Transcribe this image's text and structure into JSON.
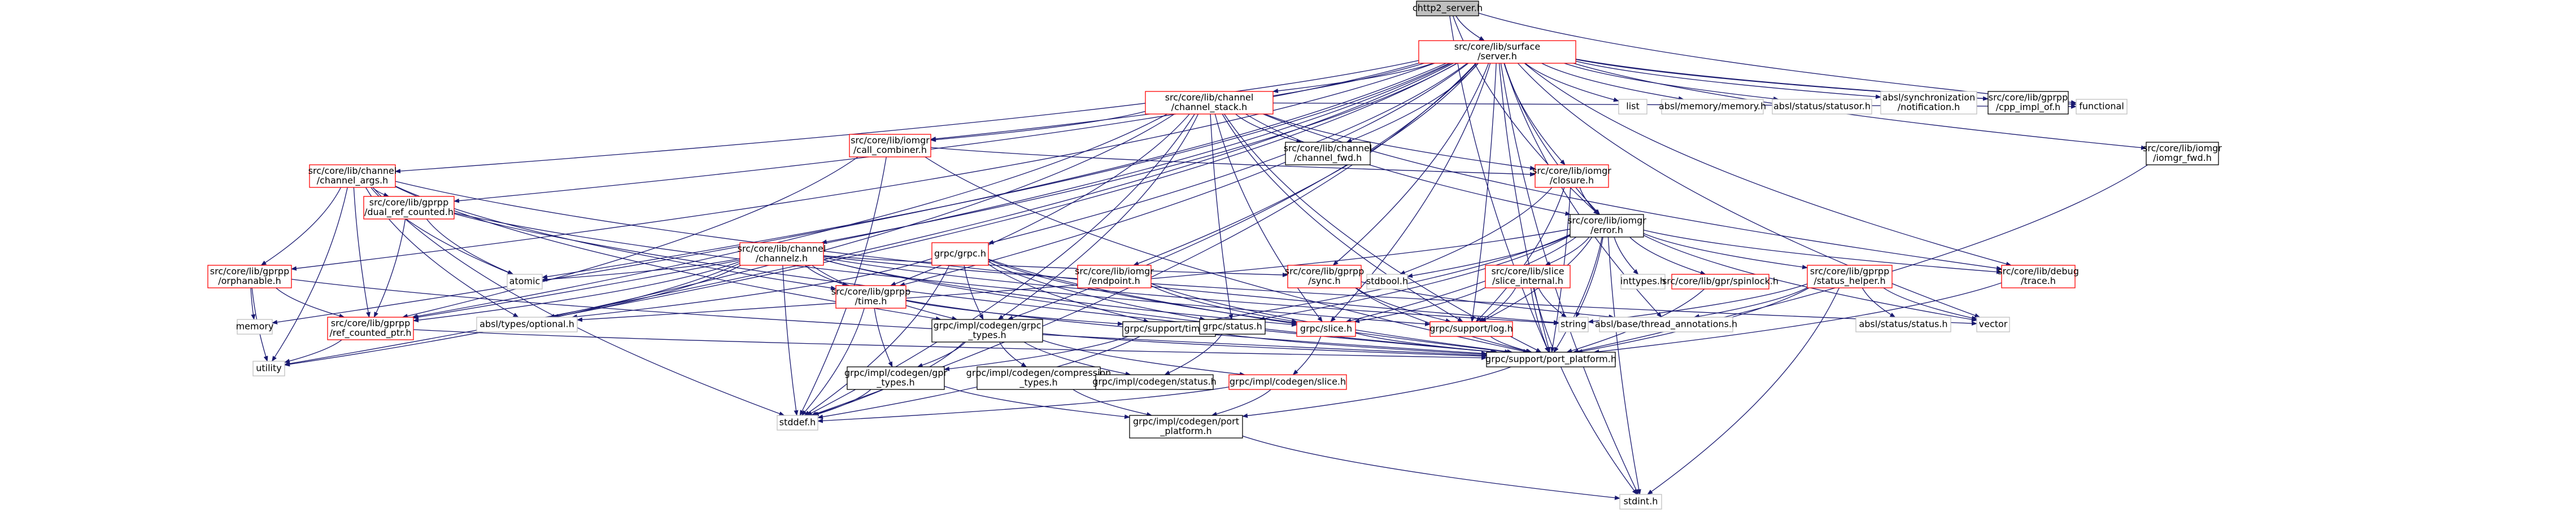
{
  "colors": {
    "edge": "#191970",
    "node_border": "#000000",
    "missing_border": "#bfbfbf",
    "red_border": "#ff0000",
    "root_fill": "#bfbfbf"
  },
  "nodes": [
    {
      "id": "root",
      "lines": [
        "chttp2_server.h"
      ],
      "style": "root"
    },
    {
      "id": "server",
      "lines": [
        "src/core/lib/surface",
        "/server.h"
      ],
      "style": "red"
    },
    {
      "id": "channel_stack",
      "lines": [
        "src/core/lib/channel",
        "/channel_stack.h"
      ],
      "style": "red"
    },
    {
      "id": "list",
      "lines": [
        "list"
      ],
      "style": "missing"
    },
    {
      "id": "absl_memory",
      "lines": [
        "absl/memory/memory.h"
      ],
      "style": "missing"
    },
    {
      "id": "absl_statusor",
      "lines": [
        "absl/status/statusor.h"
      ],
      "style": "missing"
    },
    {
      "id": "absl_notification",
      "lines": [
        "absl/synchronization",
        "/notification.h"
      ],
      "style": "missing"
    },
    {
      "id": "cpp_impl_of",
      "lines": [
        "src/core/lib/gprpp",
        "/cpp_impl_of.h"
      ],
      "style": "normal"
    },
    {
      "id": "functional",
      "lines": [
        "functional"
      ],
      "style": "missing"
    },
    {
      "id": "iomgr_fwd",
      "lines": [
        "src/core/lib/iomgr",
        "/iomgr_fwd.h"
      ],
      "style": "normal"
    },
    {
      "id": "call_combiner",
      "lines": [
        "src/core/lib/iomgr",
        "/call_combiner.h"
      ],
      "style": "red"
    },
    {
      "id": "channel_fwd",
      "lines": [
        "src/core/lib/channel",
        "/channel_fwd.h"
      ],
      "style": "normal"
    },
    {
      "id": "channel_args",
      "lines": [
        "src/core/lib/channel",
        "/channel_args.h"
      ],
      "style": "red"
    },
    {
      "id": "closure",
      "lines": [
        "src/core/lib/iomgr",
        "/closure.h"
      ],
      "style": "red"
    },
    {
      "id": "error",
      "lines": [
        "src/core/lib/iomgr",
        "/error.h"
      ],
      "style": "normal"
    },
    {
      "id": "dual_ref",
      "lines": [
        "src/core/lib/gprpp",
        "/dual_ref_counted.h"
      ],
      "style": "red"
    },
    {
      "id": "channelz",
      "lines": [
        "src/core/lib/channel",
        "/channelz.h"
      ],
      "style": "red"
    },
    {
      "id": "grpc_h",
      "lines": [
        "grpc/grpc.h"
      ],
      "style": "red"
    },
    {
      "id": "endpoint",
      "lines": [
        "src/core/lib/iomgr",
        "/endpoint.h"
      ],
      "style": "red"
    },
    {
      "id": "sync",
      "lines": [
        "src/core/lib/gprpp",
        "/sync.h"
      ],
      "style": "red"
    },
    {
      "id": "stdbool",
      "lines": [
        "stdbool.h"
      ],
      "style": "missing"
    },
    {
      "id": "slice_internal",
      "lines": [
        "src/core/lib/slice",
        "/slice_internal.h"
      ],
      "style": "red"
    },
    {
      "id": "inttypes",
      "lines": [
        "inttypes.h"
      ],
      "style": "missing"
    },
    {
      "id": "spinlock",
      "lines": [
        "src/core/lib/gpr/spinlock.h"
      ],
      "style": "red"
    },
    {
      "id": "status_helper",
      "lines": [
        "src/core/lib/gprpp",
        "/status_helper.h"
      ],
      "style": "red"
    },
    {
      "id": "trace",
      "lines": [
        "src/core/lib/debug",
        "/trace.h"
      ],
      "style": "red"
    },
    {
      "id": "orphanable",
      "lines": [
        "src/core/lib/gprpp",
        "/orphanable.h"
      ],
      "style": "red"
    },
    {
      "id": "memory",
      "lines": [
        "memory"
      ],
      "style": "missing"
    },
    {
      "id": "atomic",
      "lines": [
        "atomic"
      ],
      "style": "missing"
    },
    {
      "id": "time_h",
      "lines": [
        "src/core/lib/gprpp",
        "/time.h"
      ],
      "style": "red"
    },
    {
      "id": "ref_counted_ptr",
      "lines": [
        "src/core/lib/gprpp",
        "/ref_counted_ptr.h"
      ],
      "style": "red"
    },
    {
      "id": "absl_optional",
      "lines": [
        "absl/types/optional.h"
      ],
      "style": "missing"
    },
    {
      "id": "grpc_types",
      "lines": [
        "grpc/impl/codegen/grpc",
        "_types.h"
      ],
      "style": "normal"
    },
    {
      "id": "support_time",
      "lines": [
        "grpc/support/time.h"
      ],
      "style": "normal"
    },
    {
      "id": "status_h",
      "lines": [
        "grpc/status.h"
      ],
      "style": "normal"
    },
    {
      "id": "slice_h",
      "lines": [
        "grpc/slice.h"
      ],
      "style": "red"
    },
    {
      "id": "log_h",
      "lines": [
        "grpc/support/log.h"
      ],
      "style": "red"
    },
    {
      "id": "string",
      "lines": [
        "string"
      ],
      "style": "missing"
    },
    {
      "id": "thread_annotations",
      "lines": [
        "absl/base/thread_annotations.h"
      ],
      "style": "missing"
    },
    {
      "id": "absl_status",
      "lines": [
        "absl/status/status.h"
      ],
      "style": "missing"
    },
    {
      "id": "vector",
      "lines": [
        "vector"
      ],
      "style": "missing"
    },
    {
      "id": "utility",
      "lines": [
        "utility"
      ],
      "style": "missing"
    },
    {
      "id": "gpr_types",
      "lines": [
        "grpc/impl/codegen/gpr",
        "_types.h"
      ],
      "style": "normal"
    },
    {
      "id": "compression_types",
      "lines": [
        "grpc/impl/codegen/compression",
        "_types.h"
      ],
      "style": "normal"
    },
    {
      "id": "codegen_status",
      "lines": [
        "grpc/impl/codegen/status.h"
      ],
      "style": "normal"
    },
    {
      "id": "codegen_slice",
      "lines": [
        "grpc/impl/codegen/slice.h"
      ],
      "style": "red"
    },
    {
      "id": "port_platform",
      "lines": [
        "grpc/support/port_platform.h"
      ],
      "style": "normal"
    },
    {
      "id": "stddef",
      "lines": [
        "stddef.h"
      ],
      "style": "missing"
    },
    {
      "id": "codegen_port_platform",
      "lines": [
        "grpc/impl/codegen/port",
        "_platform.h"
      ],
      "style": "normal"
    },
    {
      "id": "stdint",
      "lines": [
        "stdint.h"
      ],
      "style": "missing"
    }
  ],
  "edges": [
    [
      "root",
      "server"
    ],
    [
      "root",
      "functional"
    ],
    [
      "root",
      "error"
    ],
    [
      "root",
      "port_platform"
    ],
    [
      "server",
      "channel_stack"
    ],
    [
      "server",
      "list"
    ],
    [
      "server",
      "absl_memory"
    ],
    [
      "server",
      "absl_statusor"
    ],
    [
      "server",
      "absl_notification"
    ],
    [
      "server",
      "cpp_impl_of"
    ],
    [
      "server",
      "functional"
    ],
    [
      "server",
      "iomgr_fwd"
    ],
    [
      "server",
      "call_combiner"
    ],
    [
      "server",
      "channel_fwd"
    ],
    [
      "server",
      "channel_args"
    ],
    [
      "server",
      "closure"
    ],
    [
      "server",
      "error"
    ],
    [
      "server",
      "dual_ref"
    ],
    [
      "server",
      "channelz"
    ],
    [
      "server",
      "grpc_h"
    ],
    [
      "server",
      "endpoint"
    ],
    [
      "server",
      "sync"
    ],
    [
      "server",
      "trace"
    ],
    [
      "server",
      "orphanable"
    ],
    [
      "server",
      "memory"
    ],
    [
      "server",
      "atomic"
    ],
    [
      "server",
      "time_h"
    ],
    [
      "server",
      "ref_counted_ptr"
    ],
    [
      "server",
      "absl_optional"
    ],
    [
      "server",
      "grpc_types"
    ],
    [
      "server",
      "slice_h"
    ],
    [
      "server",
      "log_h"
    ],
    [
      "server",
      "vector"
    ],
    [
      "server",
      "utility"
    ],
    [
      "server",
      "stddef"
    ],
    [
      "server",
      "stdint"
    ],
    [
      "server",
      "port_platform"
    ],
    [
      "server",
      "thread_annotations"
    ],
    [
      "channel_stack",
      "functional"
    ],
    [
      "channel_stack",
      "call_combiner"
    ],
    [
      "channel_stack",
      "channel_fwd"
    ],
    [
      "channel_stack",
      "closure"
    ],
    [
      "channel_stack",
      "error"
    ],
    [
      "channel_stack",
      "trace"
    ],
    [
      "channel_stack",
      "time_h"
    ],
    [
      "channel_stack",
      "ref_counted_ptr"
    ],
    [
      "channel_stack",
      "grpc_types"
    ],
    [
      "channel_stack",
      "status_h"
    ],
    [
      "channel_stack",
      "slice_h"
    ],
    [
      "channel_stack",
      "log_h"
    ],
    [
      "channel_stack",
      "stddef"
    ],
    [
      "channel_stack",
      "port_platform"
    ],
    [
      "channel_stack",
      "absl_optional"
    ],
    [
      "call_combiner",
      "closure"
    ],
    [
      "call_combiner",
      "ref_counted_ptr"
    ],
    [
      "call_combiner",
      "stddef"
    ],
    [
      "call_combiner",
      "port_platform"
    ],
    [
      "iomgr_fwd",
      "port_platform"
    ],
    [
      "channel_args",
      "dual_ref"
    ],
    [
      "channel_args",
      "orphanable"
    ],
    [
      "channel_args",
      "atomic"
    ],
    [
      "channel_args",
      "time_h"
    ],
    [
      "channel_args",
      "ref_counted_ptr"
    ],
    [
      "channel_args",
      "absl_optional"
    ],
    [
      "channel_args",
      "grpc_types"
    ],
    [
      "channel_args",
      "string"
    ],
    [
      "channel_args",
      "utility"
    ],
    [
      "channel_args",
      "stddef"
    ],
    [
      "closure",
      "error"
    ],
    [
      "closure",
      "stdbool"
    ],
    [
      "closure",
      "log_h"
    ],
    [
      "closure",
      "port_platform"
    ],
    [
      "error",
      "stdbool"
    ],
    [
      "error",
      "slice_internal"
    ],
    [
      "error",
      "inttypes"
    ],
    [
      "error",
      "spinlock"
    ],
    [
      "error",
      "status_helper"
    ],
    [
      "error",
      "trace"
    ],
    [
      "error",
      "status_h"
    ],
    [
      "error",
      "log_h"
    ],
    [
      "error",
      "string"
    ],
    [
      "error",
      "port_platform"
    ],
    [
      "error",
      "absl_optional"
    ],
    [
      "error",
      "vector"
    ],
    [
      "error",
      "stdint"
    ],
    [
      "error",
      "slice_h"
    ],
    [
      "error",
      "support_time"
    ],
    [
      "dual_ref",
      "atomic"
    ],
    [
      "dual_ref",
      "ref_counted_ptr"
    ],
    [
      "dual_ref",
      "log_h"
    ],
    [
      "dual_ref",
      "port_platform"
    ],
    [
      "channelz",
      "atomic"
    ],
    [
      "channelz",
      "time_h"
    ],
    [
      "channelz",
      "ref_counted_ptr"
    ],
    [
      "channelz",
      "sync"
    ],
    [
      "channelz",
      "absl_optional"
    ],
    [
      "channelz",
      "grpc_types"
    ],
    [
      "channelz",
      "string"
    ],
    [
      "channelz",
      "utility"
    ],
    [
      "channelz",
      "stddef"
    ],
    [
      "channelz",
      "port_platform"
    ],
    [
      "channelz",
      "vector"
    ],
    [
      "channelz",
      "slice_h"
    ],
    [
      "grpc_h",
      "grpc_types"
    ],
    [
      "grpc_h",
      "support_time"
    ],
    [
      "grpc_h",
      "status_h"
    ],
    [
      "grpc_h",
      "slice_h"
    ],
    [
      "grpc_h",
      "stddef"
    ],
    [
      "grpc_h",
      "port_platform"
    ],
    [
      "grpc_h",
      "absl_optional"
    ],
    [
      "endpoint",
      "slice_h"
    ],
    [
      "endpoint",
      "port_platform"
    ],
    [
      "sync",
      "log_h"
    ],
    [
      "sync",
      "port_platform"
    ],
    [
      "sync",
      "thread_annotations"
    ],
    [
      "slice_internal",
      "slice_h"
    ],
    [
      "slice_internal",
      "log_h"
    ],
    [
      "slice_internal",
      "string"
    ],
    [
      "slice_internal",
      "port_platform"
    ],
    [
      "slice_internal",
      "stdint"
    ],
    [
      "spinlock",
      "port_platform"
    ],
    [
      "status_helper",
      "absl_status"
    ],
    [
      "status_helper",
      "vector"
    ],
    [
      "status_helper",
      "string"
    ],
    [
      "status_helper",
      "port_platform"
    ],
    [
      "status_helper",
      "stdint"
    ],
    [
      "status_helper",
      "thread_annotations"
    ],
    [
      "trace",
      "port_platform"
    ],
    [
      "orphanable",
      "memory"
    ],
    [
      "orphanable",
      "utility"
    ],
    [
      "orphanable",
      "ref_counted_ptr"
    ],
    [
      "orphanable",
      "port_platform"
    ],
    [
      "time_h",
      "support_time"
    ],
    [
      "time_h",
      "gpr_types"
    ],
    [
      "time_h",
      "stddef"
    ],
    [
      "time_h",
      "port_platform"
    ],
    [
      "ref_counted_ptr",
      "utility"
    ],
    [
      "ref_counted_ptr",
      "port_platform"
    ],
    [
      "grpc_types",
      "gpr_types"
    ],
    [
      "grpc_types",
      "compression_types"
    ],
    [
      "grpc_types",
      "codegen_status"
    ],
    [
      "grpc_types",
      "codegen_slice"
    ],
    [
      "grpc_types",
      "stddef"
    ],
    [
      "grpc_types",
      "port_platform"
    ],
    [
      "support_time",
      "gpr_types"
    ],
    [
      "support_time",
      "stddef"
    ],
    [
      "support_time",
      "port_platform"
    ],
    [
      "status_h",
      "codegen_status"
    ],
    [
      "slice_h",
      "codegen_slice"
    ],
    [
      "slice_h",
      "port_platform"
    ],
    [
      "log_h",
      "port_platform"
    ],
    [
      "gpr_types",
      "stddef"
    ],
    [
      "gpr_types",
      "codegen_port_platform"
    ],
    [
      "compression_types",
      "codegen_port_platform"
    ],
    [
      "codegen_slice",
      "stddef"
    ],
    [
      "codegen_slice",
      "codegen_port_platform"
    ],
    [
      "port_platform",
      "codegen_port_platform"
    ],
    [
      "codegen_port_platform",
      "stdint"
    ]
  ]
}
